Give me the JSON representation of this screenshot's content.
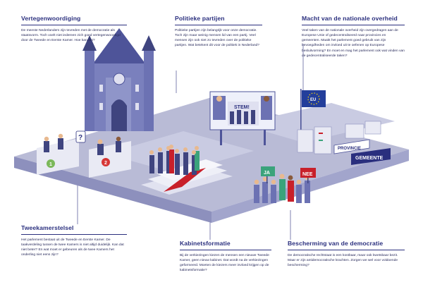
{
  "sections": {
    "vertegenwoordiging": {
      "title": "Vertegenwoordiging",
      "text": "De meeste Nederlanders zijn tevreden met de democratie als staatsvorm. Toch voelt niet iedereen zich goed vertegenwoordigd door de Tweede en Eerste Kamer. Hoe kan dat?"
    },
    "politieke_partijen": {
      "title": "Politieke partijen",
      "text": "Politieke partijen zijn belangrijk voor onze democratie. Toch zijn maar weinig mensen lid van een partij. Veel mensen zijn ook niet zo tevreden over de politieke partijen. Wat betekent dit voor de politiek in Nederland?"
    },
    "macht": {
      "title": "Macht van de nationale overheid",
      "text": "Veel taken van de nationale overheid zijn overgedragen aan de Europese Unie of gedecentraliseerd naar provincies en gemeenten. Maakt het parlement goed gebruik van zijn bevoegdheden om invloed uit te oefenen op Europese besluitvorming? En moet en mag het parlement ook wat vinden van de gedecentraliseerde taken?"
    },
    "tweekamerstelsel": {
      "title": "Tweekamerstelsel",
      "text": "Het parlement bestaat uit de Tweede en Eerste Kamer. De taakverdeling tussen de twee Kamers is niet altijd duidelijk. Kan dat niet beter? En wat moet er gebeuren als de twee Kamers het onderling niet eens zijn?"
    },
    "kabinetsformatie": {
      "title": "Kabinetsformatie",
      "text": "Bij de verkiezingen kiezen de mensen een nieuwe Tweede Kamer, geen nieuw kabinet. Dat wordt na de verkiezingen geformeerd. Moeten de kiezers meer invloed krijgen op de kabinetsformatie?"
    },
    "bescherming": {
      "title": "Bescherming van de democratie",
      "text": "De democratische rechtstaat is een kostbaar, maar ook kwetsbaar bezit. Maar er zijn antidemocratische krachten. Zorgen we wel voor voldoende bescherming?"
    }
  },
  "illustration": {
    "poster": "STEM!",
    "eu_flag": "EU",
    "sign_provincie": "PROVINCIE",
    "sign_gemeente": "GEMEENTE",
    "sign_ja": "JA",
    "sign_nee": "NEE",
    "question_mark": "?",
    "badge_1": "1",
    "badge_2": "2"
  },
  "colors": {
    "title": "#2a2f7e",
    "platform": "#b9bbd6",
    "building": "#6c72b3",
    "carpet": "#c8202a",
    "eu_blue": "#233e9b"
  }
}
